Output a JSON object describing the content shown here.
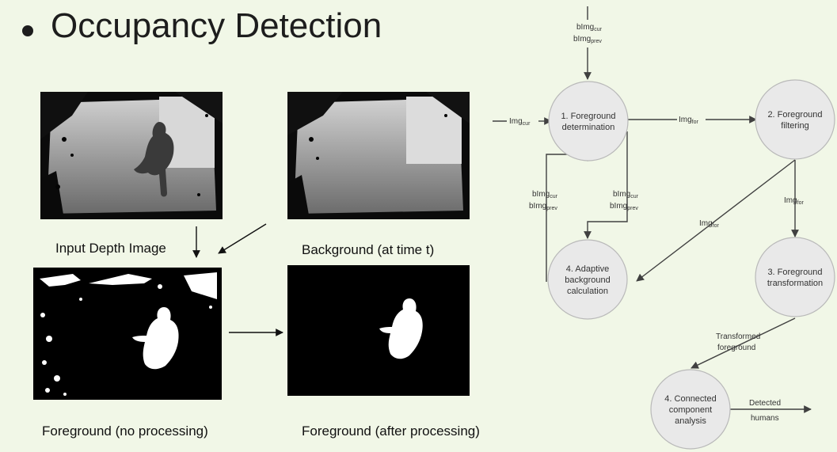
{
  "slide": {
    "title": "Occupancy Detection"
  },
  "images": {
    "input_caption": "Input Depth Image",
    "background_caption": "Background  (at time t)",
    "fg_raw_caption": "Foreground (no processing)",
    "fg_processed_caption": "Foreground (after processing)"
  },
  "flow": {
    "nodes": [
      {
        "id": "n1",
        "lines": [
          "1. Foreground",
          "determination"
        ]
      },
      {
        "id": "n2",
        "lines": [
          "2. Foreground",
          "filtering"
        ]
      },
      {
        "id": "n3",
        "lines": [
          "3. Foreground",
          "transformation"
        ]
      },
      {
        "id": "n4a",
        "lines": [
          "4. Adaptive",
          "background",
          "calculation"
        ]
      },
      {
        "id": "n4c",
        "lines": [
          "4. Connected",
          "component",
          "analysis"
        ]
      }
    ],
    "edge_labels": {
      "img_base": "Img",
      "cur_sub": "cur",
      "for_sub": "for",
      "blmg_base": "bImg",
      "prev_sub": "prev",
      "transformed_line1": "Transformed",
      "transformed_line2": "foreground",
      "detected_line1": "Detected",
      "detected_line2": "humans"
    }
  },
  "colors": {
    "background": "#f1f7e7",
    "node_fill": "#e9e9e9",
    "node_stroke": "#b9b9b9",
    "edge": "#404040"
  }
}
